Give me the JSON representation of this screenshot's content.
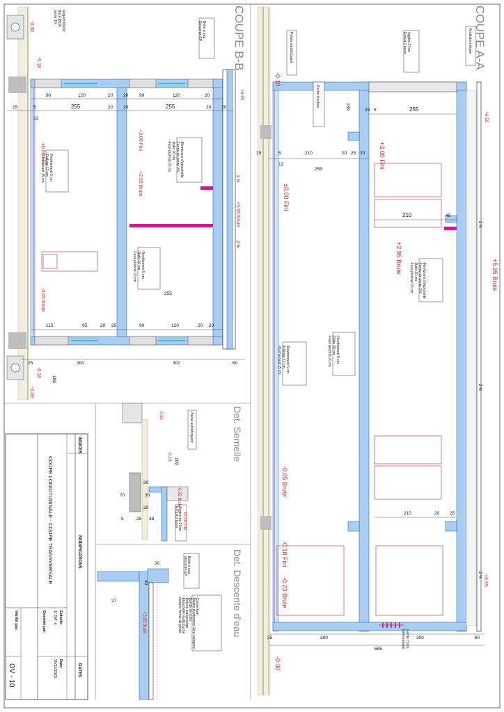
{
  "colors": {
    "concrete": "#a8cdf0",
    "concrete_stroke": "#2c6fb6",
    "elev": "#d62828",
    "magenta": "#e0109a",
    "opening": "#d04060",
    "glass": "#36a8d8",
    "title_grey": "#8c8c8c"
  },
  "sections": {
    "aa": {
      "title": "COUPE A-A",
      "label_ventilation": "Ventilation tissée",
      "label_agglos": "Agglos 27cm\nEnduit 2 faces",
      "label_pavee": "Pavée autobloquant",
      "label_poche": "Poche d'entrée",
      "note_slab": "-Revêtement 5 cm\n-Dallage 12 cm\n-Tout venant 15 cm",
      "note_floor": "-Revêtement 5 cm\n-Dalle 20 cm\n-Faux plafond 20 cm",
      "note_roof": "-Membrane d'étanchéité\n-Forme de pente 2%\n-Dalle 20 cm\n-Faux plafond 20 cm",
      "label_garde_corps": "Garde corps\nbarreaudage",
      "elev_roof": "+6.55",
      "elev_roof2": "+6.55",
      "elev_ground": "-0.18",
      "elev_base": "-0.30",
      "elev_3fini": "+3.00 Fini",
      "elev_0fini": "±0.00 Fini",
      "elev_295": "+2.95 Brute",
      "elev_595": "+5.95 Brute",
      "elev_005": "-0.05 Brute",
      "elev_018fini": "-0.18 Fini",
      "elev_023": "-0.23 Brute",
      "slope_1": "2 %",
      "slope_2": "2 %",
      "slope_3": "2 %",
      "dims": {
        "d150": "150",
        "d29": "29",
        "d5a": "5",
        "d255a": "255",
        "d15": "15",
        "d5b": "5",
        "d210a": "210",
        "d20a": "20",
        "d25a": "25",
        "d20b": "20",
        "d12": "12",
        "d255b": "255",
        "d210b": "210",
        "d45": "45",
        "d210c": "210",
        "d20c": "20",
        "d25b": "25",
        "d25c": "25",
        "d300a": "300",
        "d300b": "300",
        "d60": "60",
        "d685": "685"
      }
    },
    "bb": {
      "title": "COUPE B-B",
      "label_regard": "Regard 60x60\nBuse Ø200\npente 1%",
      "label_boite": "Boite à eau\nDescente EP",
      "note_slab": "-Revêtement 5 cm\n-Dallage 12 cm\n-Tout venant 15 cm",
      "note_floor": "-Revêtement 5 cm\n-Dalle 20 cm\n-Faux plafond 20 cm",
      "note_roof": "-Membrane d'étanchéité\n-Forme de pente 2%\n-Dalle 20 cm\n-Faux plafond 20 cm",
      "elev_roof": "+6.55",
      "elev_3fini": "+3.00 Fini",
      "elev_0fini": "±0.00 Fini",
      "elev_295": "+2.95 Brute",
      "elev_595": "+5.95 Brute",
      "elev_005": "-0.05 Brute",
      "elev_030a": "-0.30",
      "elev_018a": "-0.18",
      "elev_018b": "-0.18",
      "elev_030b": "-0.30",
      "slope_1": "2 %",
      "slope_2": "2 %",
      "dims": {
        "t90": "90",
        "t120": "120",
        "t20a": "20",
        "t20b": "20",
        "t120b": "120",
        "t90b": "90",
        "t20c": "20",
        "d15": "15",
        "d5": "5",
        "d255a": "255",
        "d20a": "20",
        "d20b": "20",
        "d255b": "255",
        "d20c": "20",
        "d20d": "20",
        "d12": "12",
        "d255c": "255",
        "b115": "115",
        "b95": "95",
        "b20a": "20",
        "b25": "25",
        "b90": "90",
        "b120": "120",
        "b20b": "20",
        "b20c": "20",
        "b25b": "25",
        "b300a": "300",
        "b300b": "300",
        "b60": "60",
        "b189": "189"
      }
    },
    "semelle": {
      "title": "Det. Semelle",
      "label_pavee": "Pavée autobloquant",
      "label_agglos": "Agglos de 27cm\nEnduit 2 faces",
      "elev_030": "-0.30",
      "elev_018": "-0.18",
      "elev_005": "-0.05 Brute",
      "elev_000": "±0.00 Fini",
      "d100": "100",
      "d70": "70",
      "d20a": "20",
      "d30": "30",
      "d20b": "20",
      "d5": "5",
      "d25": "25",
      "d38": "38"
    },
    "descente": {
      "title": "Det. Descente d'eau",
      "label_boite": "Boite à eau\ndescente EP",
      "label_couverture": "-Couverture\n-Mastic élastomère 1ère catégorie\n-Bande de solin\n-Relevé autoprotégé\n-Étanchéité multicouche\ncompris forme de pente",
      "elev_595": "+5.95 Brute",
      "d30a": "30",
      "d30b": "30",
      "d27": "27"
    }
  },
  "cartouche": {
    "indices_label": "INDICES",
    "modifications_label": "MODIFICATIONS",
    "dates_label": "DATES",
    "drawing_title": "COUPE LONGITUDINALE - COUPE TRANSVERSALE",
    "echelle_label": "Echelle:",
    "echelle_value": "1/ Diff. é.",
    "date_label": "Date:",
    "date_value": "30/11/2025",
    "dessine_label": "Dessiné par:",
    "verifie_label": "Vérifié par:",
    "sheet_number": "OV - 10"
  }
}
